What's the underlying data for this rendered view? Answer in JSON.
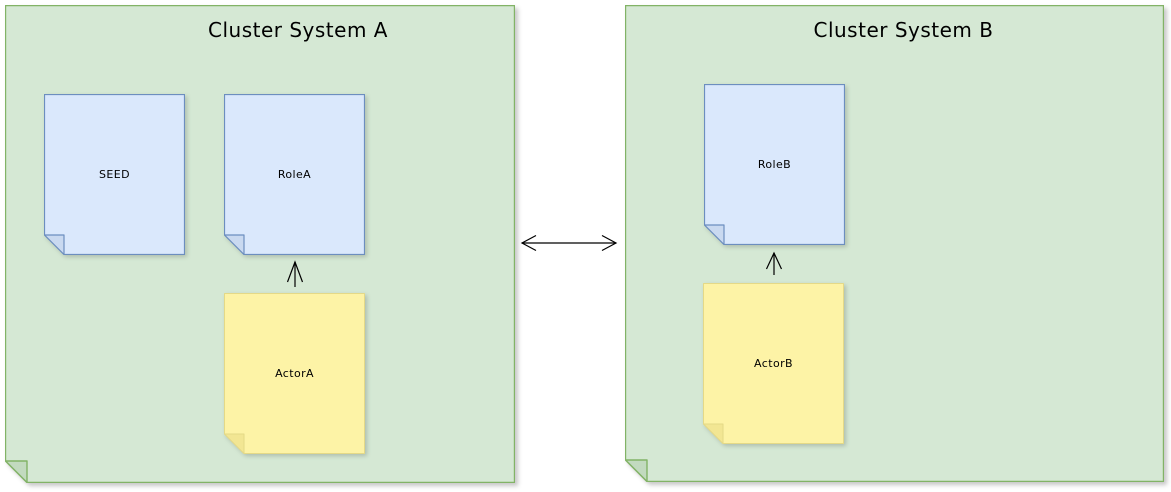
{
  "diagram": {
    "clusters": [
      {
        "title": "Cluster System A",
        "notes": [
          {
            "label": "SEED",
            "kind": "document-note"
          },
          {
            "label": "RoleA",
            "kind": "document-note"
          },
          {
            "label": "ActorA",
            "kind": "sticky-note"
          }
        ]
      },
      {
        "title": "Cluster System B",
        "notes": [
          {
            "label": "RoleB",
            "kind": "document-note"
          },
          {
            "label": "ActorB",
            "kind": "sticky-note"
          }
        ]
      }
    ],
    "connectors": [
      {
        "from": "ActorA",
        "to": "RoleA",
        "type": "open-arrow",
        "direction": "up"
      },
      {
        "from": "ActorB",
        "to": "RoleB",
        "type": "open-arrow",
        "direction": "up"
      },
      {
        "from": "Cluster System A",
        "to": "Cluster System B",
        "type": "double-open-arrow",
        "direction": "horizontal"
      }
    ],
    "colors": {
      "cluster_fill": "#d5e8d4",
      "cluster_stroke": "#82b366",
      "cluster_fold": "#c2dabf",
      "role_fill": "#dae8fc",
      "role_stroke": "#6c8ebf",
      "role_fold": "#c9d9f0",
      "actor_fill": "#fdf3a6",
      "actor_stroke": "#e4d987",
      "actor_fold": "#f2e693",
      "arrow": "#000000"
    }
  }
}
